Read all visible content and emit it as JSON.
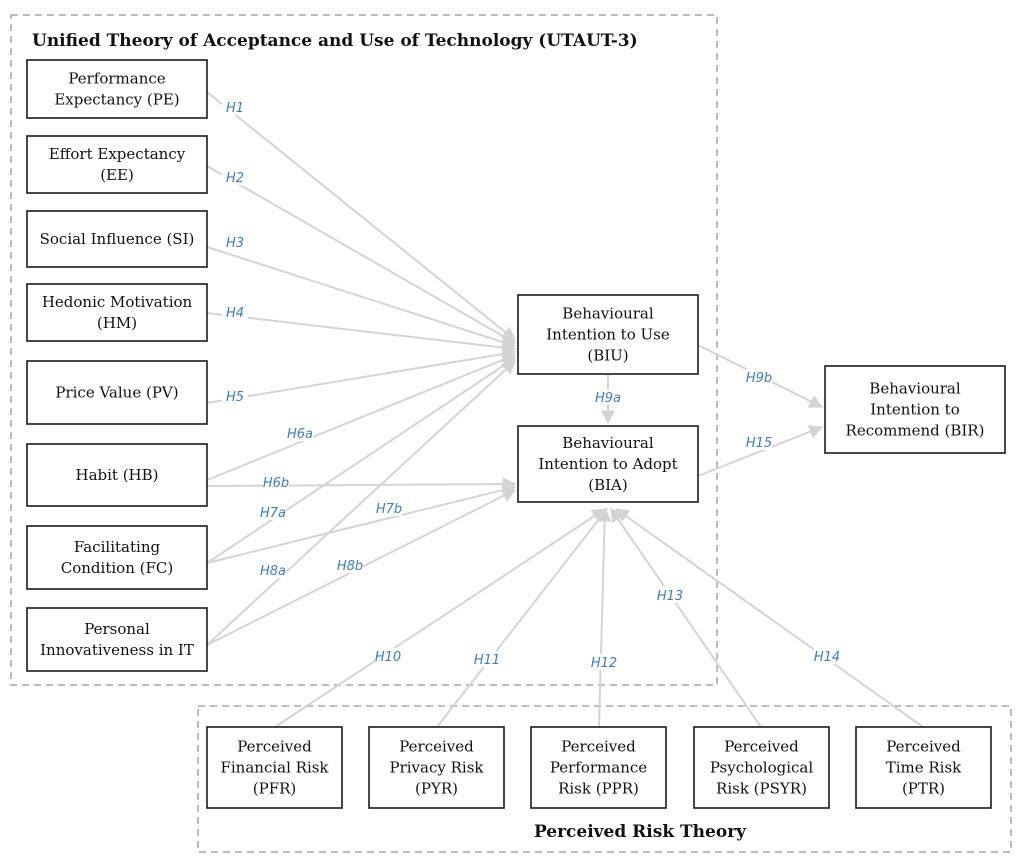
{
  "groups": {
    "utaut": {
      "title": "Unified Theory of Acceptance and Use of Technology (UTAUT-3)"
    },
    "risk": {
      "title": "Perceived Risk Theory"
    }
  },
  "constructs": {
    "pe": {
      "lines": [
        "Performance",
        "Expectancy (PE)"
      ]
    },
    "ee": {
      "lines": [
        "Effort Expectancy",
        "(EE)"
      ]
    },
    "si": {
      "lines": [
        "Social Influence (SI)"
      ]
    },
    "hm": {
      "lines": [
        "Hedonic Motivation",
        "(HM)"
      ]
    },
    "pv": {
      "lines": [
        "Price Value (PV)"
      ]
    },
    "hb": {
      "lines": [
        "Habit (HB)"
      ]
    },
    "fc": {
      "lines": [
        "Facilitating",
        "Condition (FC)"
      ]
    },
    "pi": {
      "lines": [
        "Personal",
        "Innovativeness in IT"
      ]
    },
    "biu": {
      "lines": [
        "Behavioural",
        "Intention to Use",
        "(BIU)"
      ]
    },
    "bia": {
      "lines": [
        "Behavioural",
        "Intention to Adopt",
        "(BIA)"
      ]
    },
    "bir": {
      "lines": [
        "Behavioural",
        "Intention to",
        "Recommend (BIR)"
      ]
    },
    "pfr": {
      "lines": [
        "Perceived",
        "Financial Risk",
        "(PFR)"
      ]
    },
    "pyr": {
      "lines": [
        "Perceived",
        "Privacy Risk",
        "(PYR)"
      ]
    },
    "ppr": {
      "lines": [
        "Perceived",
        "Performance",
        "Risk (PPR)"
      ]
    },
    "psyr": {
      "lines": [
        "Perceived",
        "Psychological",
        "Risk (PSYR)"
      ]
    },
    "ptr": {
      "lines": [
        "Perceived",
        "Time Risk",
        "(PTR)"
      ]
    }
  },
  "hypotheses": [
    {
      "id": "h1",
      "label": "H1",
      "from": "pe",
      "to": "biu"
    },
    {
      "id": "h2",
      "label": "H2",
      "from": "ee",
      "to": "biu"
    },
    {
      "id": "h3",
      "label": "H3",
      "from": "si",
      "to": "biu"
    },
    {
      "id": "h4",
      "label": "H4",
      "from": "hm",
      "to": "biu"
    },
    {
      "id": "h5",
      "label": "H5",
      "from": "pv",
      "to": "biu"
    },
    {
      "id": "h6a",
      "label": "H6a",
      "from": "hb",
      "to": "biu"
    },
    {
      "id": "h6b",
      "label": "H6b",
      "from": "hb",
      "to": "bia"
    },
    {
      "id": "h7a",
      "label": "H7a",
      "from": "fc",
      "to": "biu"
    },
    {
      "id": "h7b",
      "label": "H7b",
      "from": "fc",
      "to": "bia"
    },
    {
      "id": "h8a",
      "label": "H8a",
      "from": "pi",
      "to": "biu"
    },
    {
      "id": "h8b",
      "label": "H8b",
      "from": "pi",
      "to": "bia"
    },
    {
      "id": "h9a",
      "label": "H9a",
      "from": "biu",
      "to": "bia"
    },
    {
      "id": "h9b",
      "label": "H9b",
      "from": "biu",
      "to": "bir"
    },
    {
      "id": "h15",
      "label": "H15",
      "from": "bia",
      "to": "bir"
    },
    {
      "id": "h10",
      "label": "H10",
      "from": "pfr",
      "to": "bia"
    },
    {
      "id": "h11",
      "label": "H11",
      "from": "pyr",
      "to": "bia"
    },
    {
      "id": "h12",
      "label": "H12",
      "from": "ppr",
      "to": "bia"
    },
    {
      "id": "h13",
      "label": "H13",
      "from": "psyr",
      "to": "bia"
    },
    {
      "id": "h14",
      "label": "H14",
      "from": "ptr",
      "to": "bia"
    }
  ]
}
